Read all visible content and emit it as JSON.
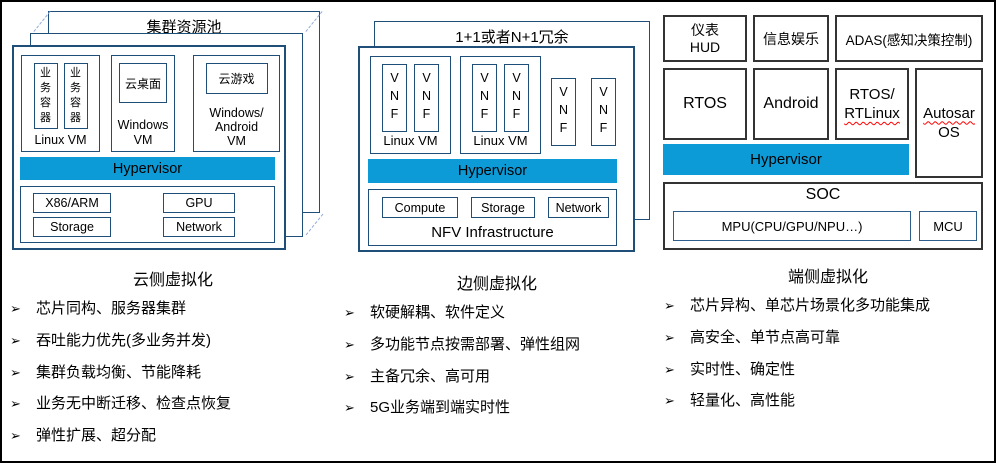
{
  "colors": {
    "hypervisor_blue": "#0d9bd8",
    "navy_border": "#1f4e79",
    "dark_border": "#333333",
    "spellcheck_red": "#ff0000",
    "perspective_dash_blue": "#8faadc"
  },
  "bullet_marker": "➢",
  "cloud": {
    "stack_title": "集群资源池",
    "vm1": {
      "label": "Linux VM",
      "container1": "业务容器",
      "container2": "业务容器"
    },
    "vm2": {
      "label": "Windows\nVM",
      "app": "云桌面"
    },
    "vm3": {
      "label": "Windows/\nAndroid\nVM",
      "app": "云游戏"
    },
    "hypervisor": "Hypervisor",
    "hardware": {
      "items": [
        "X86/ARM",
        "GPU",
        "Storage",
        "Network"
      ]
    }
  },
  "edge": {
    "stack_title": "1+1或者N+1冗余",
    "vm1": {
      "label": "Linux VM",
      "vnf1": "VNF",
      "vnf2": "VNF"
    },
    "vm2": {
      "label": "Linux VM",
      "vnf1": "VNF",
      "vnf2": "VNF"
    },
    "solo_vnf1": "VNF",
    "solo_vnf2": "VNF",
    "hypervisor": "Hypervisor",
    "nfv": {
      "components": [
        "Compute",
        "Storage",
        "Network"
      ],
      "label": "NFV Infrastructure"
    }
  },
  "device": {
    "apps": [
      "仪表\nHUD",
      "信息娱乐",
      "ADAS(感知决策控制)"
    ],
    "os1": "RTOS",
    "os2": "Android",
    "os3_line1": "RTOS/",
    "os3_line2": "RTLinux",
    "os4_line1": "Autosar",
    "os4_line2": "OS",
    "hypervisor": "Hypervisor",
    "soc": {
      "label": "SOC",
      "mpu": "MPU(CPU/GPU/NPU…)",
      "mcu": "MCU"
    }
  },
  "notes": [
    {
      "title": "云侧虚拟化",
      "bullets": [
        "芯片同构、服务器集群",
        "吞吐能力优先(多业务并发)",
        "集群负载均衡、节能降耗",
        "业务无中断迁移、检查点恢复",
        "弹性扩展、超分配"
      ]
    },
    {
      "title": "边侧虚拟化",
      "bullets": [
        "软硬解耦、软件定义",
        "多功能节点按需部署、弹性组网",
        "主备冗余、高可用",
        "5G业务端到端实时性"
      ]
    },
    {
      "title": "端侧虚拟化",
      "bullets": [
        "芯片异构、单芯片场景化多功能集成",
        "高安全、单节点高可靠",
        "实时性、确定性",
        "轻量化、高性能"
      ]
    }
  ]
}
